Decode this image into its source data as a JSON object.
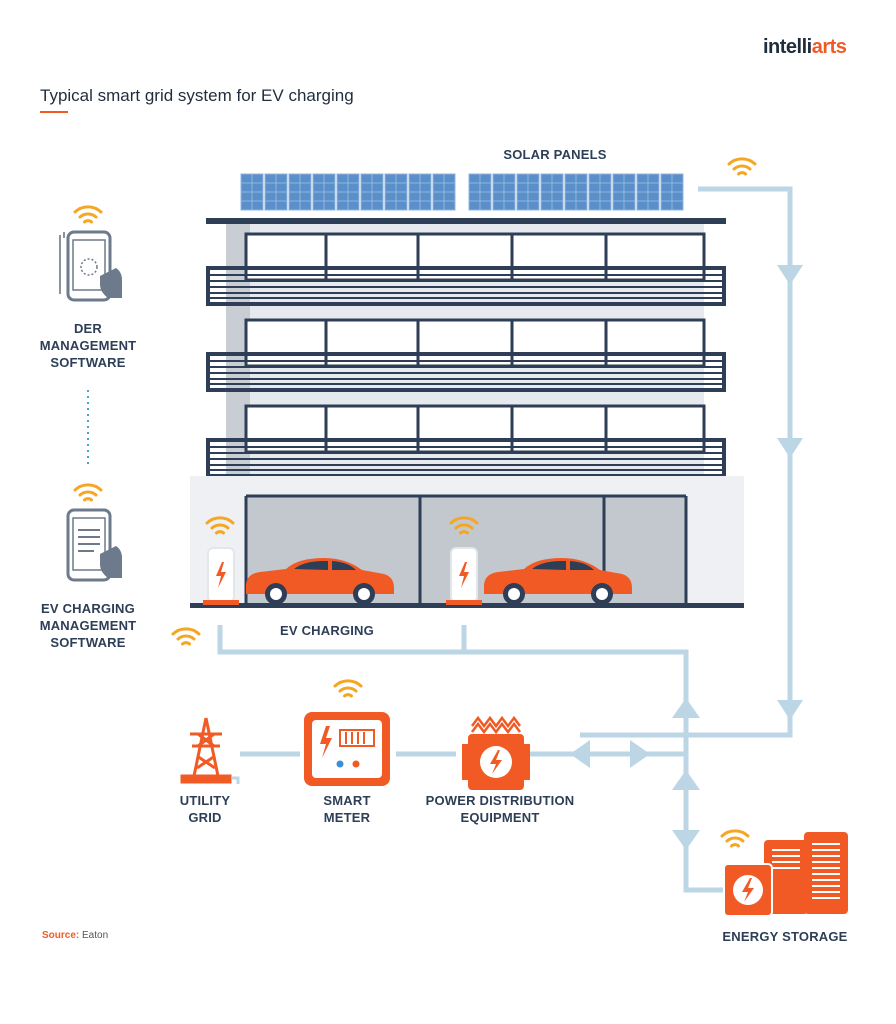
{
  "logo": {
    "part1": "intelli",
    "part2": "arts"
  },
  "title": "Typical smart grid system for EV charging",
  "labels": {
    "solar_panels": "SOLAR PANELS",
    "der_software": [
      "DER",
      "MANAGEMENT",
      "SOFTWARE"
    ],
    "ev_software": [
      "EV CHARGING",
      "MANAGEMENT",
      "SOFTWARE"
    ],
    "ev_charging": "EV CHARGING",
    "utility_grid": [
      "UTILITY",
      "GRID"
    ],
    "smart_meter": [
      "SMART",
      "METER"
    ],
    "power_distribution": [
      "POWER DISTRIBUTION",
      "EQUIPMENT"
    ],
    "energy_storage": "ENERGY STORAGE"
  },
  "source": {
    "label": "Source:",
    "value": "Eaton"
  },
  "colors": {
    "accent": "#f15a24",
    "wifi": "#f5a623",
    "flow": "#bcd6e6",
    "navy": "#2d3e56",
    "grey": "#c3c8ce"
  },
  "icons": [
    "wifi-icon",
    "phone-icon",
    "tablet-icon",
    "charger-icon",
    "car-icon",
    "tower-icon",
    "meter-icon",
    "transformer-icon",
    "battery-icon"
  ]
}
